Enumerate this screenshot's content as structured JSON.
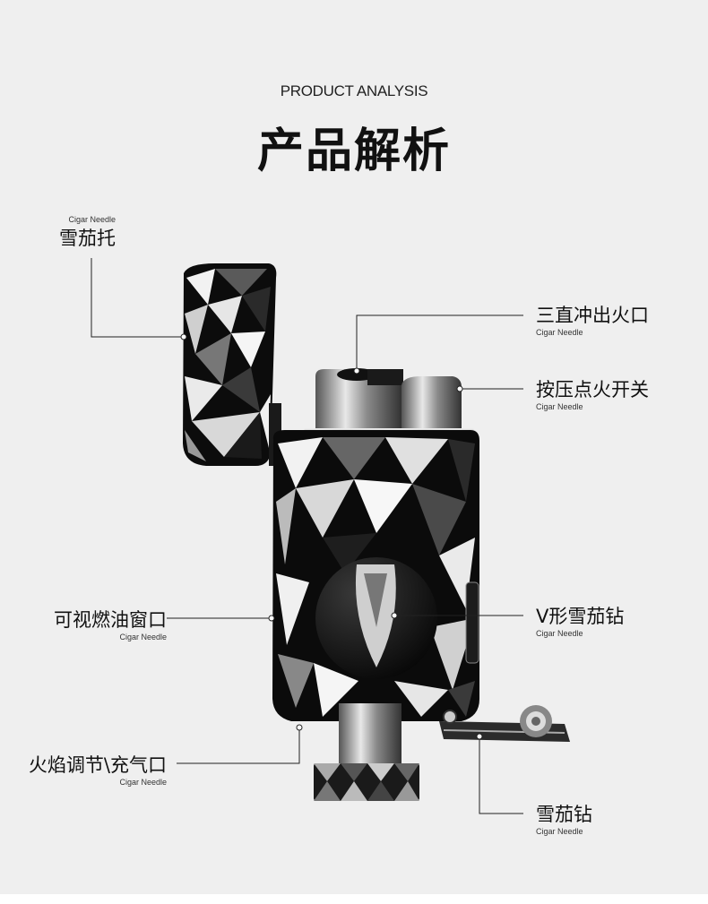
{
  "header": {
    "subtitle_en": "PRODUCT ANALYSIS",
    "title_cn": "产品解析"
  },
  "callouts": {
    "cigar_holder": {
      "cn": "雪茄托",
      "en": "Cigar Needle"
    },
    "triple_jet_outlet": {
      "cn": "三直冲出火口",
      "en": "Cigar Needle"
    },
    "press_ignition_switch": {
      "cn": "按压点火开关",
      "en": "Cigar Needle"
    },
    "fuel_window": {
      "cn": "可视燃油窗口",
      "en": "Cigar Needle"
    },
    "v_cutter": {
      "cn": "V形雪茄钻",
      "en": "Cigar Needle"
    },
    "flame_adjust_refill": {
      "cn": "火焰调节\\充气口",
      "en": "Cigar Needle"
    },
    "cigar_drill": {
      "cn": "雪茄钻",
      "en": "Cigar Needle"
    }
  },
  "colors": {
    "background": "#efefef",
    "text": "#111111",
    "leader_line": "#222222",
    "body_dark": "#0d0d0d",
    "chrome_light": "#d9d9d9"
  }
}
